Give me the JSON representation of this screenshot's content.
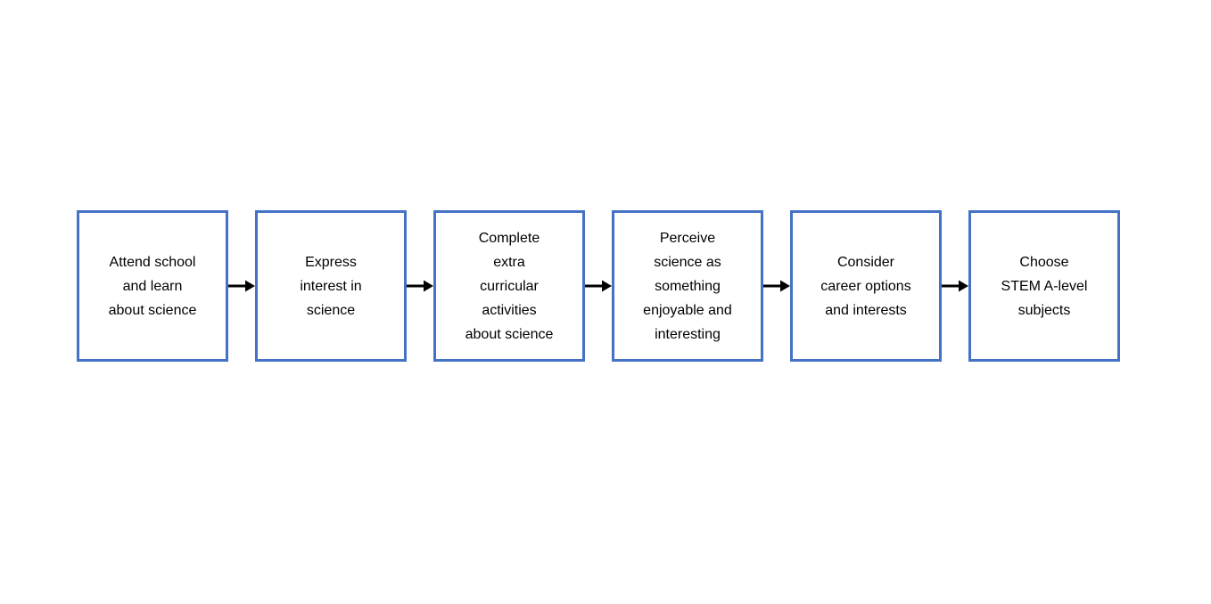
{
  "flowchart": {
    "background_color": "#ffffff",
    "box_border_color": "#4472C4",
    "arrow_color": "#000000",
    "text_color": "#000000",
    "steps": [
      {
        "label": "Attend school\nand learn\nabout science"
      },
      {
        "label": "Express\ninterest in\nscience"
      },
      {
        "label": "Complete\nextra\ncurricular\nactivities\nabout science"
      },
      {
        "label": "Perceive\nscience as\nsomething\nenjoyable and\ninteresting"
      },
      {
        "label": "Consider\ncareer options\nand interests"
      },
      {
        "label": "Choose\nSTEM A-level\nsubjects"
      }
    ]
  }
}
